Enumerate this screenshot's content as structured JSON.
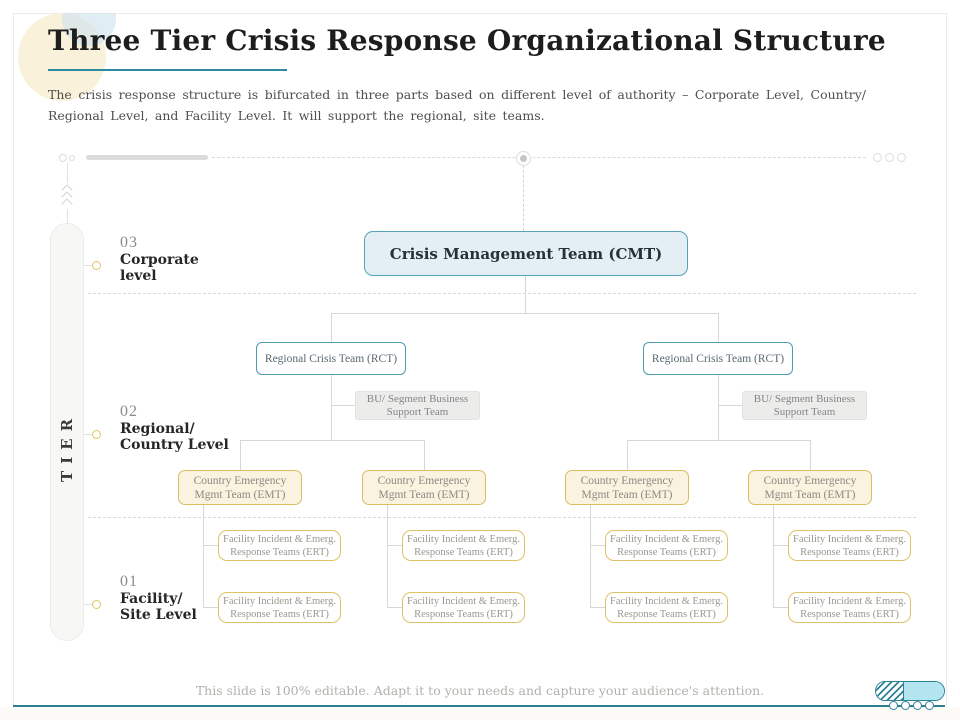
{
  "slide": {
    "title": "Three Tier Crisis Response Organizational Structure",
    "description": "The crisis response structure is bifurcated in three parts based on different level of authority – Corporate Level, Country/ Regional Level, and Facility Level. It will support the regional, site teams.",
    "footer_note": "This slide is 100% editable. Adapt it to your needs and capture your audience's attention."
  },
  "tier_axis": {
    "title": "TIER",
    "levels": [
      {
        "number": "03",
        "label": "Corporate\nlevel"
      },
      {
        "number": "02",
        "label": "Regional/\nCountry Level"
      },
      {
        "number": "01",
        "label": "Facility/\nSite Level"
      }
    ]
  },
  "org_chart": {
    "cmt": "Crisis Management Team (CMT)",
    "rct": [
      "Regional Crisis Team (RCT)",
      "Regional Crisis Team (RCT)"
    ],
    "bu_support": [
      "BU/ Segment Business\nSupport Team",
      "BU/ Segment Business\nSupport Team"
    ],
    "emt": [
      "Country Emergency\nMgmt Team (EMT)",
      "Country Emergency\nMgmt Team (EMT)",
      "Country Emergency\nMgmt Team (EMT)",
      "Country Emergency\nMgmt Team (EMT)"
    ],
    "ert": [
      "Facility Incident & Emerg.\nResponse Teams (ERT)",
      "Facility Incident & Emerg.\nResponse Teams (ERT)",
      "Facility Incident & Emerg.\nResponse Teams (ERT)",
      "Facility Incident & Emerg.\nResponse Teams (ERT)",
      "Facility Incident & Emerg.\nResponse Teams (ERT)",
      "Facility Incident & Emerg.\nResponse Teams (ERT)",
      "Facility Incident & Emerg.\nResponse Teams (ERT)",
      "Facility Incident & Emerg.\nResponse Teams (ERT)"
    ]
  },
  "colors": {
    "accent_teal": "#2f8093",
    "cmt_fill": "#e4eff4",
    "cmt_border": "#57a2b6",
    "gold_border": "#dabd5f",
    "emt_fill": "#faf3e0",
    "gray_fill": "#ececea",
    "capsule_fill": "#b3e5f1"
  }
}
